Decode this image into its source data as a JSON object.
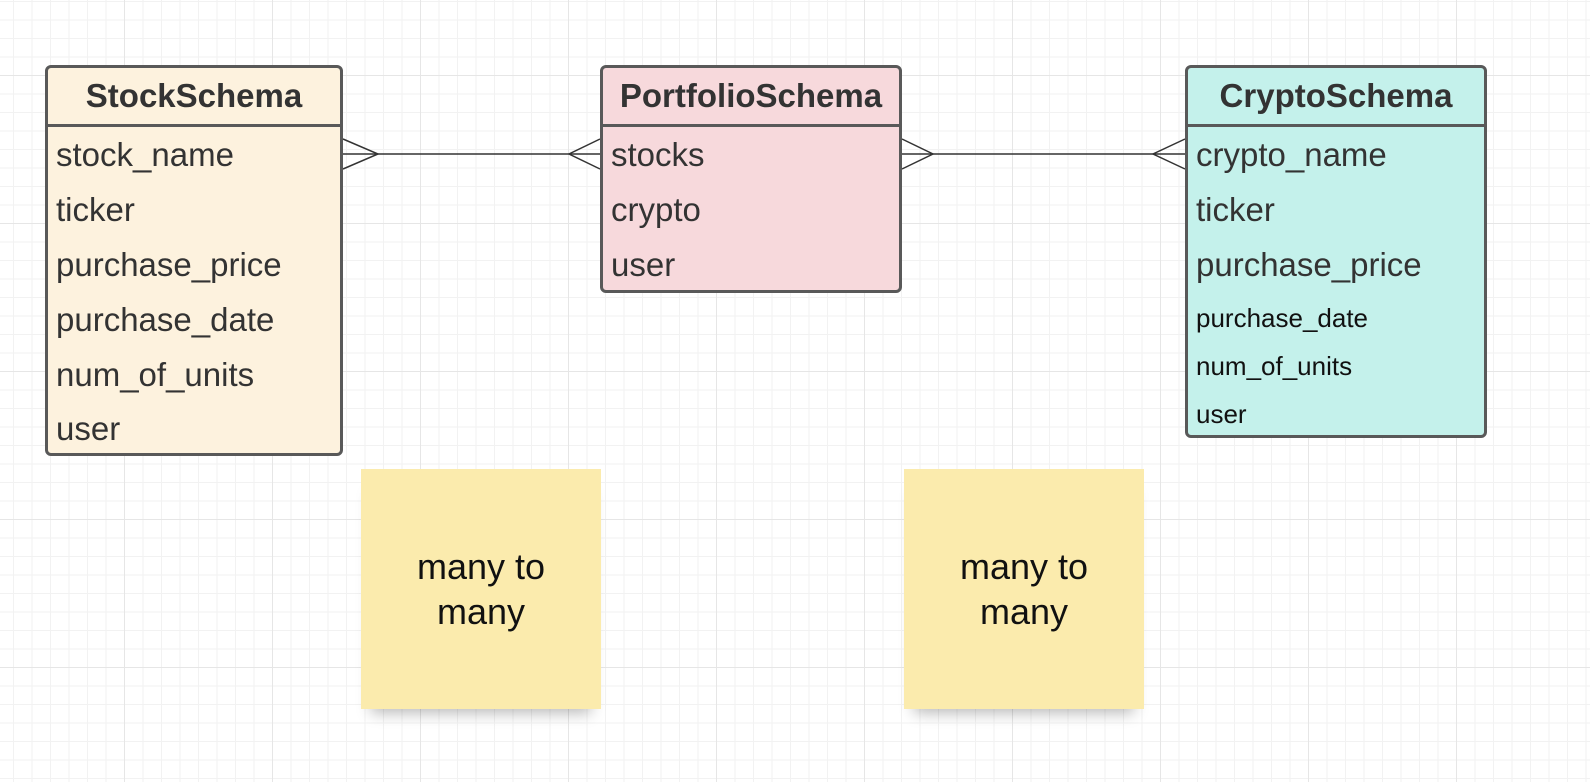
{
  "entities": {
    "stock": {
      "title": "StockSchema",
      "fields": [
        "stock_name",
        "ticker",
        "purchase_price",
        "purchase_date",
        "num_of_units",
        "user"
      ]
    },
    "portfolio": {
      "title": "PortfolioSchema",
      "fields": [
        "stocks",
        "crypto",
        "user"
      ]
    },
    "crypto": {
      "title": "CryptoSchema",
      "fields": [
        "crypto_name",
        "ticker",
        "purchase_price",
        "purchase_date",
        "num_of_units",
        "user"
      ]
    }
  },
  "relationships": [
    {
      "from": "StockSchema",
      "to": "PortfolioSchema",
      "from_end": "many",
      "to_end": "many"
    },
    {
      "from": "PortfolioSchema",
      "to": "CryptoSchema",
      "from_end": "many",
      "to_end": "many"
    }
  ],
  "notes": [
    {
      "text": "many to many"
    },
    {
      "text": "many to many"
    }
  ],
  "colors": {
    "stock_fill": "#fdf2de",
    "portfolio_fill": "#f7d9dc",
    "crypto_fill": "#c4f1eb",
    "note_fill": "#fbebad",
    "border": "#595959"
  }
}
